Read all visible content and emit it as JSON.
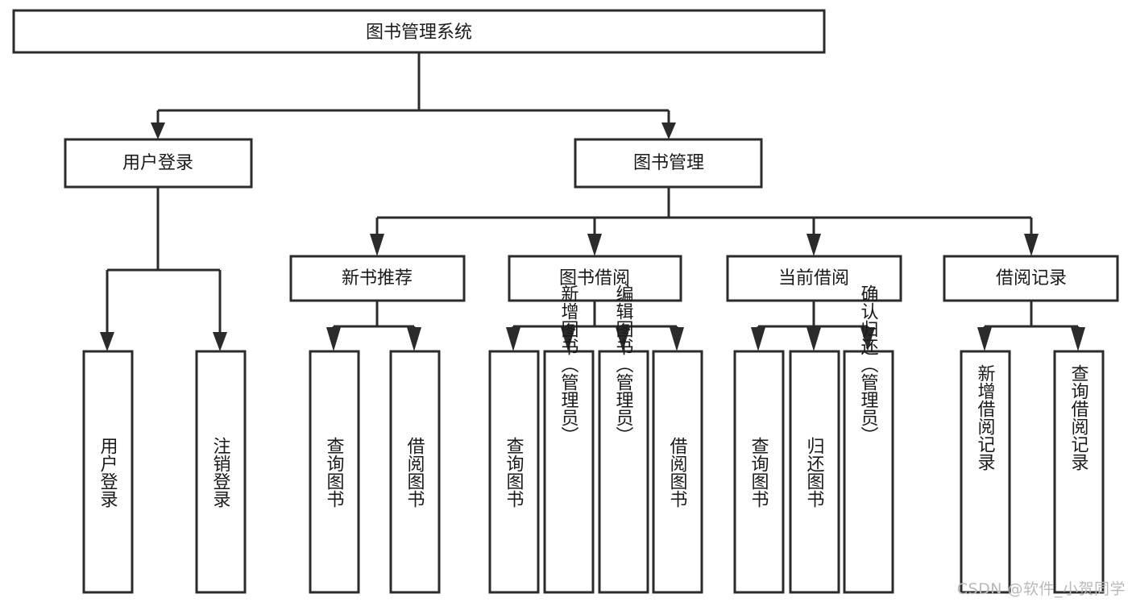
{
  "diagram": {
    "type": "tree-hierarchy-chart",
    "title": "图书管理系统",
    "orientation": "top-down",
    "colors": {
      "background": "#ffffff",
      "box_fill": "#ffffff",
      "box_stroke": "#2b2b2b",
      "text": "#1a1a1a",
      "watermark": "#b9b9b9"
    },
    "levels": {
      "root": {
        "label": "图书管理系统"
      },
      "level2": [
        {
          "label": "用户登录"
        },
        {
          "label": "图书管理"
        }
      ],
      "level3": [
        {
          "label": "新书推荐"
        },
        {
          "label": "图书借阅"
        },
        {
          "label": "当前借阅"
        },
        {
          "label": "借阅记录"
        }
      ],
      "leaves": {
        "user_login": [
          {
            "label": "用户登录"
          },
          {
            "label": "注销登录"
          }
        ],
        "new_book_recommend": [
          {
            "label": "查询图书"
          },
          {
            "label": "借阅图书"
          }
        ],
        "book_borrow": [
          {
            "label": "查询图书"
          },
          {
            "label": "新增图书（管理员）"
          },
          {
            "label": "编辑图书（管理员）"
          },
          {
            "label": "借阅图书"
          }
        ],
        "current_borrow": [
          {
            "label": "查询图书"
          },
          {
            "label": "归还图书"
          },
          {
            "label": "确认归还（管理员）"
          }
        ],
        "borrow_record": [
          {
            "label": "新增借阅记录"
          },
          {
            "label": "查询借阅记录"
          }
        ]
      }
    }
  },
  "watermark": {
    "text": "CSDN @软件_小贺同学"
  }
}
